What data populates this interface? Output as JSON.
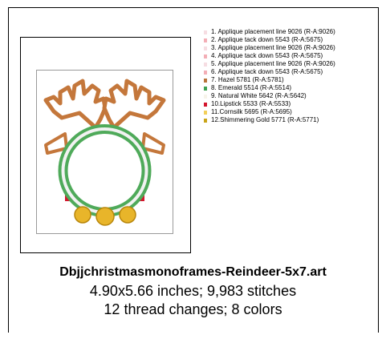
{
  "design": {
    "file_name": "Dbjjchristmasmonoframes-Reindeer-5x7.art",
    "dimensions": "4.90x5.66 inches; 9,983 stitches",
    "summary": "12 thread changes; 8 colors"
  },
  "thread_list": [
    {
      "label": "1.  Applique placement line 9026 (R-A:9026)",
      "color": "#f6dde2"
    },
    {
      "label": "2.  Applique tack down 5543 (R-A:5675)",
      "color": "#f3aeb6"
    },
    {
      "label": "3.  Applique placement line 9026 (R-A:9026)",
      "color": "#f6dde2"
    },
    {
      "label": "4.  Applique tack down 5543 (R-A:5675)",
      "color": "#f3aeb6"
    },
    {
      "label": "5.  Applique placement line 9026 (R-A:9026)",
      "color": "#f6dde2"
    },
    {
      "label": "6.  Applique tack down 5543 (R-A:5675)",
      "color": "#f3aeb6"
    },
    {
      "label": "7.  Hazel 5781 (R-A:5781)",
      "color": "#b8733a"
    },
    {
      "label": "8.  Emerald 5514 (R-A:5514)",
      "color": "#3ea152"
    },
    {
      "label": "9.  Natural White 5642 (R-A:5642)",
      "color": "#f7f4ea"
    },
    {
      "label": "10.Lipstick 5533 (R-A:5533)",
      "color": "#d3152d"
    },
    {
      "label": "11.Cornsilk 5695 (R-A:5695)",
      "color": "#f2cf5a"
    },
    {
      "label": "12.Shimmering Gold 5771 (R-A:5771)",
      "color": "#c9a418"
    }
  ],
  "colors": {
    "antler": "#c4773b",
    "antler_fill": "#ffffff",
    "ring": "#4faa5a",
    "ring_inner": "#f2f2f2",
    "ribbon": "#d3152d",
    "bell": "#e8b52a",
    "bell_dark": "#b8860b"
  }
}
